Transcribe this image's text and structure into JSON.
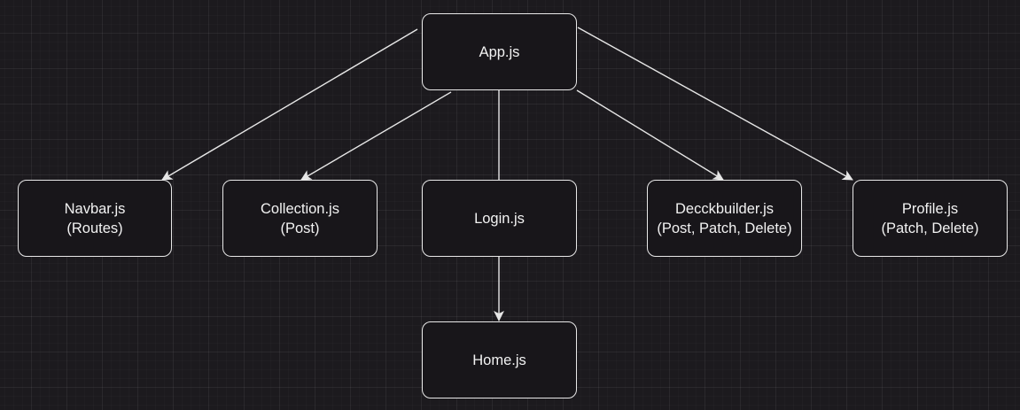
{
  "diagram": {
    "type": "component-tree",
    "nodes": [
      {
        "id": "app",
        "lines": [
          "App.js"
        ]
      },
      {
        "id": "navbar",
        "lines": [
          "Navbar.js",
          "(Routes)"
        ]
      },
      {
        "id": "collection",
        "lines": [
          "Collection.js",
          "(Post)"
        ]
      },
      {
        "id": "login",
        "lines": [
          "Login.js"
        ]
      },
      {
        "id": "deck",
        "lines": [
          "Decckbuilder.js",
          "(Post, Patch, Delete)"
        ]
      },
      {
        "id": "profile",
        "lines": [
          "Profile.js",
          "(Patch, Delete)"
        ]
      },
      {
        "id": "home",
        "lines": [
          "Home.js"
        ]
      }
    ],
    "edges": [
      {
        "from": "app",
        "to": "navbar",
        "arrow": true
      },
      {
        "from": "app",
        "to": "collection",
        "arrow": true
      },
      {
        "from": "app",
        "to": "login",
        "arrow": false
      },
      {
        "from": "app",
        "to": "deck",
        "arrow": true
      },
      {
        "from": "app",
        "to": "profile",
        "arrow": true
      },
      {
        "from": "login",
        "to": "home",
        "arrow": true
      }
    ],
    "colors": {
      "background": "#1c1a1e",
      "node_fill": "#18161a",
      "stroke": "#e6e6e6",
      "text": "#f2f2f2"
    }
  }
}
